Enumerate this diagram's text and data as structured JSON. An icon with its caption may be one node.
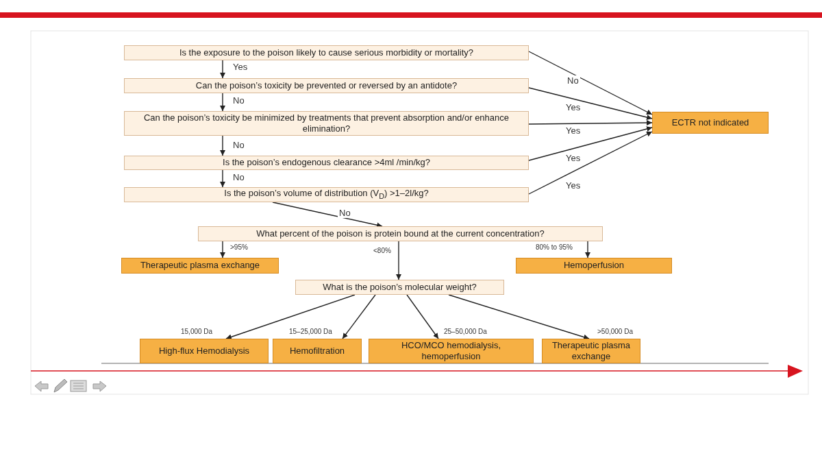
{
  "diagram": {
    "nodes": [
      {
        "text": [
          "Is the exposure to the poison likely to cause serious morbidity or mortality?"
        ]
      },
      {
        "text": [
          "Can the poison’s toxicity be prevented or reversed by an antidote?"
        ]
      },
      {
        "text": [
          "Can the poison’s toxicity be minimized by treatments that prevent absorption and/or enhance elimination?"
        ]
      },
      {
        "text": [
          "Is the poison’s endogenous clearance >4ml /min/kg?"
        ]
      },
      {
        "text": [
          "Is the poison’s volume of distribution (V$_{D}$) >1–2l/kg?"
        ]
      },
      {
        "text": [
          "ECTR not indicated"
        ]
      },
      {
        "text": [
          "What percent of the poison is protein bound at the current concentration?"
        ]
      },
      {
        "text": [
          "Therapeutic plasma exchange"
        ]
      },
      {
        "text": [
          "Hemoperfusion"
        ]
      },
      {
        "text": [
          "What is the poison’s molecular weight?"
        ]
      },
      {
        "text": [
          "High-flux Hemodialysis"
        ]
      },
      {
        "text": [
          "Hemofiltration"
        ]
      },
      {
        "text": [
          "HCO/MCO hemodialysis, hemoperfusion"
        ]
      },
      {
        "text": [
          "Therapeutic plasma exchange"
        ]
      }
    ],
    "edges": [
      {
        "from": 0,
        "to": 1,
        "arrow": "to",
        "label": "Yes"
      },
      {
        "from": 1,
        "to": 2,
        "arrow": "to",
        "label": "No"
      },
      {
        "from": 2,
        "to": 3,
        "arrow": "to",
        "label": "No"
      },
      {
        "from": 3,
        "to": 4,
        "arrow": "to",
        "label": "No"
      },
      {
        "from": 4,
        "to": 6,
        "arrow": "to",
        "label": "No"
      },
      {
        "from": 0,
        "to": 5,
        "arrow": "to",
        "label": "No"
      },
      {
        "from": 1,
        "to": 5,
        "arrow": "to",
        "label": "Yes"
      },
      {
        "from": 2,
        "to": 5,
        "arrow": "to",
        "label": "Yes"
      },
      {
        "from": 3,
        "to": 5,
        "arrow": "to",
        "label": "Yes"
      },
      {
        "from": 4,
        "to": 5,
        "arrow": "to",
        "label": "Yes"
      },
      {
        "from": 6,
        "to": 7,
        "arrow": "to",
        "label": ">95%"
      },
      {
        "from": 6,
        "to": 9,
        "arrow": "to",
        "label": "<80%"
      },
      {
        "from": 6,
        "to": 8,
        "arrow": "to",
        "label": "80% to 95%"
      },
      {
        "from": 9,
        "to": 10,
        "arrow": "to",
        "label": "15,000 Da"
      },
      {
        "from": 9,
        "to": 11,
        "arrow": "to",
        "label": "15–25,000 Da"
      },
      {
        "from": 9,
        "to": 12,
        "arrow": "to",
        "label": "25–50,000 Da"
      },
      {
        "from": 9,
        "to": 13,
        "arrow": "to",
        "label": ">50,000 Da"
      }
    ]
  }
}
